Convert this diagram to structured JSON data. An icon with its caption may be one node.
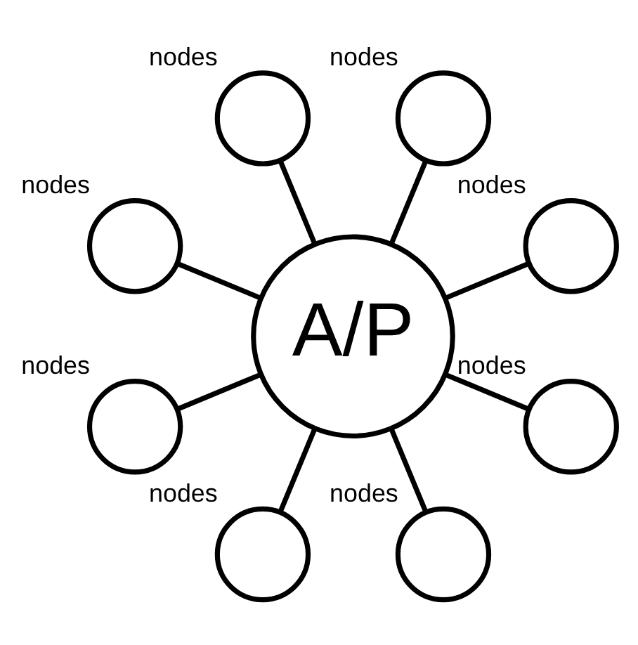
{
  "diagram": {
    "nodes": [
      {
        "text": [],
        "shape": "circle",
        "beside": [
          "nodes"
        ]
      },
      {
        "text": [],
        "shape": "circle",
        "beside": [
          "nodes"
        ]
      },
      {
        "text": [],
        "shape": "circle",
        "beside": [
          "nodes"
        ]
      },
      {
        "text": [],
        "shape": "circle",
        "beside": [
          "nodes"
        ]
      },
      {
        "text": [
          "A/P"
        ]
      },
      {
        "text": [],
        "shape": "circle",
        "beside": [
          "nodes"
        ]
      },
      {
        "text": [],
        "shape": "circle",
        "beside": [
          "nodes"
        ]
      },
      {
        "text": [],
        "shape": "circle",
        "beside": [
          "nodes"
        ]
      },
      {
        "text": [],
        "shape": "circle",
        "beside": [
          "nodes"
        ]
      }
    ],
    "edges": [
      {
        "from": 4,
        "to": 0,
        "arrow": "none"
      },
      {
        "from": 4,
        "to": 1,
        "arrow": "none"
      },
      {
        "from": 4,
        "to": 2,
        "arrow": "none"
      },
      {
        "from": 4,
        "to": 3,
        "arrow": "none"
      },
      {
        "from": 4,
        "to": 5,
        "arrow": "none"
      },
      {
        "from": 4,
        "to": 6,
        "arrow": "none"
      },
      {
        "from": 4,
        "to": 7,
        "arrow": "none"
      },
      {
        "from": 4,
        "to": 8,
        "arrow": "none"
      }
    ]
  }
}
